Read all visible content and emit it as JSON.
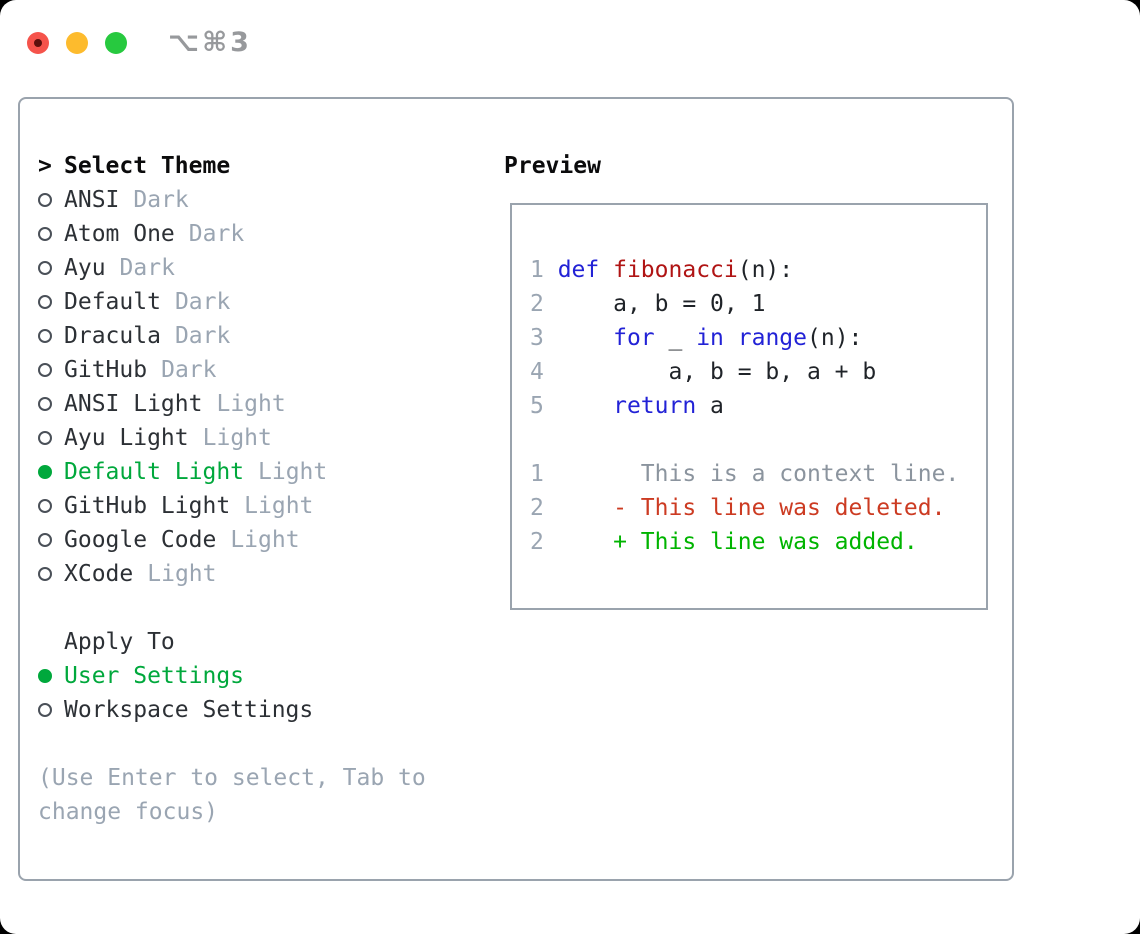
{
  "window": {
    "shortcut_label": "⌥⌘3"
  },
  "theme_selector": {
    "prompt_char": ">",
    "title": "Select Theme",
    "themes": [
      {
        "name": "ANSI",
        "variant": "Dark",
        "selected": false
      },
      {
        "name": "Atom One",
        "variant": "Dark",
        "selected": false
      },
      {
        "name": "Ayu",
        "variant": "Dark",
        "selected": false
      },
      {
        "name": "Default",
        "variant": "Dark",
        "selected": false
      },
      {
        "name": "Dracula",
        "variant": "Dark",
        "selected": false
      },
      {
        "name": "GitHub",
        "variant": "Dark",
        "selected": false
      },
      {
        "name": "ANSI Light",
        "variant": "Light",
        "selected": false
      },
      {
        "name": "Ayu Light",
        "variant": "Light",
        "selected": false
      },
      {
        "name": "Default Light",
        "variant": "Light",
        "selected": true
      },
      {
        "name": "GitHub Light",
        "variant": "Light",
        "selected": false
      },
      {
        "name": "Google Code",
        "variant": "Light",
        "selected": false
      },
      {
        "name": "XCode",
        "variant": "Light",
        "selected": false
      }
    ],
    "apply_to": {
      "title": "Apply To",
      "options": [
        {
          "label": "User Settings",
          "selected": true
        },
        {
          "label": "Workspace Settings",
          "selected": false
        }
      ]
    },
    "hint_lines": [
      "(Use Enter to select, Tab to",
      "change focus)"
    ]
  },
  "preview": {
    "title": "Preview",
    "code_lines": [
      {
        "tokens": [
          [
            "1 ",
            "num"
          ],
          [
            "def",
            "kw"
          ],
          [
            " ",
            "p"
          ],
          [
            "fibonacci",
            "fn"
          ],
          [
            "(n):",
            "p"
          ]
        ]
      },
      {
        "tokens": [
          [
            "2 ",
            "num"
          ],
          [
            "    a, b = 0, 1",
            "p"
          ]
        ]
      },
      {
        "tokens": [
          [
            "3 ",
            "num"
          ],
          [
            "    ",
            "p"
          ],
          [
            "for",
            "kw"
          ],
          [
            " _ ",
            "p"
          ],
          [
            "in",
            "kw"
          ],
          [
            " ",
            "p"
          ],
          [
            "range",
            "kw"
          ],
          [
            "(n):",
            "p"
          ]
        ]
      },
      {
        "tokens": [
          [
            "4 ",
            "num"
          ],
          [
            "        a, b = b, a + b",
            "p"
          ]
        ]
      },
      {
        "tokens": [
          [
            "5 ",
            "num"
          ],
          [
            "    ",
            "p"
          ],
          [
            "return",
            "kw"
          ],
          [
            " a",
            "p"
          ]
        ]
      },
      {
        "tokens": []
      },
      {
        "tokens": [
          [
            "1 ",
            "num"
          ],
          [
            "      ",
            "p"
          ],
          [
            "This is a context line.",
            "ctx"
          ]
        ]
      },
      {
        "tokens": [
          [
            "2 ",
            "num"
          ],
          [
            "    ",
            "p"
          ],
          [
            "- This line was deleted.",
            "del"
          ]
        ]
      },
      {
        "tokens": [
          [
            "2 ",
            "num"
          ],
          [
            "    ",
            "p"
          ],
          [
            "+ This line was added.",
            "add"
          ]
        ]
      }
    ]
  },
  "colors": {
    "panel_border": "#9aa3ad",
    "selected_green": "#00a83c",
    "added_green": "#00b400",
    "deleted_red": "#cc3b22",
    "keyword_blue": "#2222d6",
    "function_red": "#b01414",
    "muted_gray": "#9aa5b2",
    "traffic_red": "#f5534b",
    "traffic_yellow": "#fdbb2d",
    "traffic_green": "#27c93f"
  }
}
